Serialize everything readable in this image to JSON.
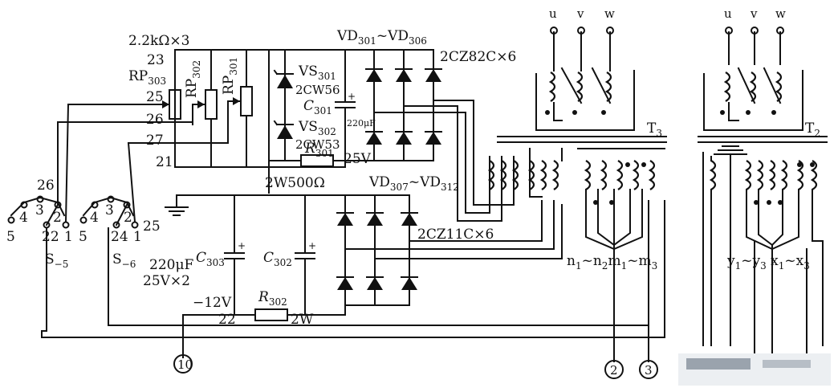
{
  "labels": {
    "res_group": "2.2kΩ×3",
    "n23": "23",
    "rp303": "RP",
    "rp303_sub": "303",
    "rp302": "RP",
    "rp302_sub": "302",
    "rp301": "RP",
    "rp301_sub": "301",
    "n25a": "25",
    "n26a": "26",
    "n27": "27",
    "n21": "21",
    "vs301": "VS",
    "vs301_sub": "301",
    "vs301_type": "2CW56",
    "vs302": "VS",
    "vs302_sub": "302",
    "vs302_type": "2CW53",
    "c301": "C",
    "c301_sub": "301",
    "c301_val": "220μF",
    "c301_volt": "25V",
    "r301": "R",
    "r301_sub": "301",
    "r301_val": "2W500Ω",
    "vd_top_a": "VD",
    "vd_top_a_sub": "301",
    "vd_top_tilde": "~",
    "vd_top_b": "VD",
    "vd_top_b_sub": "306",
    "vd_top_type": "2CZ82C×6",
    "vd_bot_a": "VD",
    "vd_bot_a_sub": "307",
    "vd_bot_tilde": "~",
    "vd_bot_b": "VD",
    "vd_bot_b_sub": "312",
    "vd_bot_type": "2CZ11C×6",
    "c303": "C",
    "c303_sub": "303",
    "c302": "C",
    "c302_sub": "302",
    "cap_bot_val": "220μF",
    "cap_bot_volt": "25V×2",
    "v_neg12": "−12V",
    "n22b": "22",
    "r302": "R",
    "r302_sub": "302",
    "r302_val": "2W",
    "n26b": "26",
    "n25b": "25",
    "n22a": "22",
    "n24": "24",
    "s5": "S",
    "s5_sub": "−5",
    "s6": "S",
    "s6_sub": "−6",
    "pos4a": "4",
    "pos3a": "3",
    "pos2a": "2",
    "pos1a": "1",
    "pos5a": "5",
    "pos4b": "4",
    "pos3b": "3",
    "pos2b": "2",
    "pos1b": "1",
    "pos5b": "5",
    "t3": "T",
    "t3_sub": "3",
    "t2": "T",
    "t2_sub": "2",
    "u1": "u",
    "v1": "v",
    "w1": "w",
    "u2": "u",
    "v2": "v",
    "w2": "w",
    "t3_windings": "n",
    "t3_windings_sub1": "1",
    "t3_windings_mid": "~n",
    "t3_windings_sub2": "2",
    "t3_windings_m": "m",
    "t3_windings_sub3": "1",
    "t3_windings_m2": "~m",
    "t3_windings_sub4": "3",
    "t2_windings": "y",
    "t2_windings_sub1": "1",
    "t2_windings_mid": "~y",
    "t2_windings_sub2": "3",
    "t2_windings_x": " x",
    "t2_windings_sub3": "1",
    "t2_windings_x2": "~x",
    "t2_windings_sub4": "3",
    "term10": "10",
    "term2": "2",
    "term3": "3"
  }
}
